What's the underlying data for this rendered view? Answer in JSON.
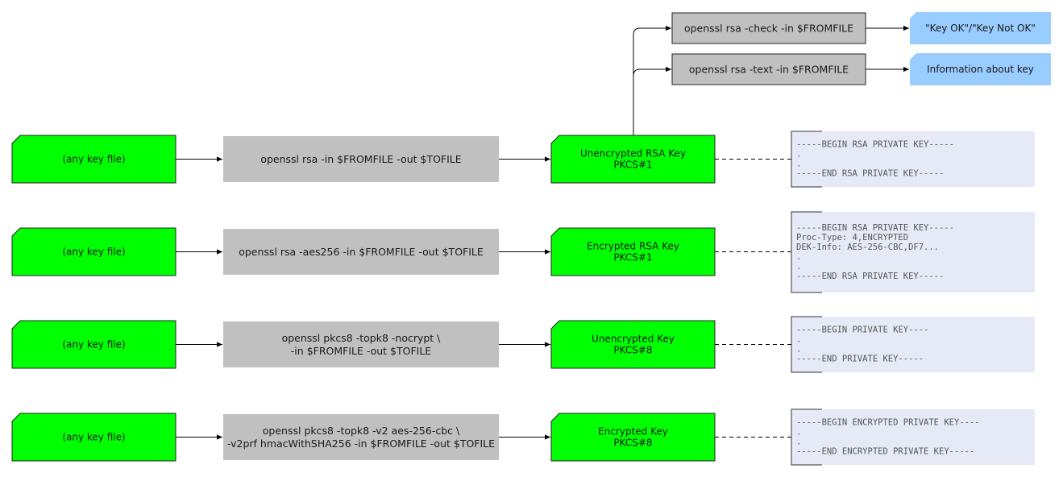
{
  "colors": {
    "file_fill": "#00ff00",
    "command_fill": "#c0c0c0",
    "note_fill": "#99ccff",
    "pem_fill": "#e6eaf7"
  },
  "rows": [
    {
      "source": "(any key file)",
      "command": [
        "openssl rsa -in $FROMFILE -out $TOFILE"
      ],
      "output": [
        "Unencrypted RSA Key",
        "PKCS#1"
      ],
      "pem": [
        "-----BEGIN RSA PRIVATE KEY-----",
        ".",
        ".",
        "-----END RSA PRIVATE KEY-----"
      ]
    },
    {
      "source": "(any key file)",
      "command": [
        "openssl rsa -aes256 -in $FROMFILE -out $TOFILE"
      ],
      "output": [
        "Encrypted RSA Key",
        "PKCS#1"
      ],
      "pem": [
        "-----BEGIN RSA PRIVATE KEY-----",
        "Proc-Type: 4,ENCRYPTED",
        "DEK-Info: AES-256-CBC,DF7...",
        ".",
        ".",
        "-----END RSA PRIVATE KEY-----"
      ]
    },
    {
      "source": "(any key file)",
      "command": [
        "openssl pkcs8 -topk8 -nocrypt \\",
        "-in $FROMFILE -out $TOFILE"
      ],
      "output": [
        "Unencrypted Key",
        "PKCS#8"
      ],
      "pem": [
        "-----BEGIN PRIVATE KEY----",
        ".",
        ".",
        "-----END PRIVATE KEY-----"
      ]
    },
    {
      "source": "(any key file)",
      "command": [
        "openssl pkcs8 -topk8 -v2 aes-256-cbc \\",
        "-v2prf hmacWithSHA256 -in $FROMFILE -out $TOFILE"
      ],
      "output": [
        "Encrypted Key",
        "PKCS#8"
      ],
      "pem": [
        "-----BEGIN ENCRYPTED PRIVATE KEY----",
        ".",
        ".",
        "-----END ENCRYPTED PRIVATE KEY-----"
      ]
    }
  ],
  "checks": [
    {
      "command": "openssl rsa -check -in $FROMFILE",
      "result": "\"Key OK\"/\"Key Not OK\""
    },
    {
      "command": "openssl rsa -text -in $FROMFILE",
      "result": "Information about key"
    }
  ]
}
